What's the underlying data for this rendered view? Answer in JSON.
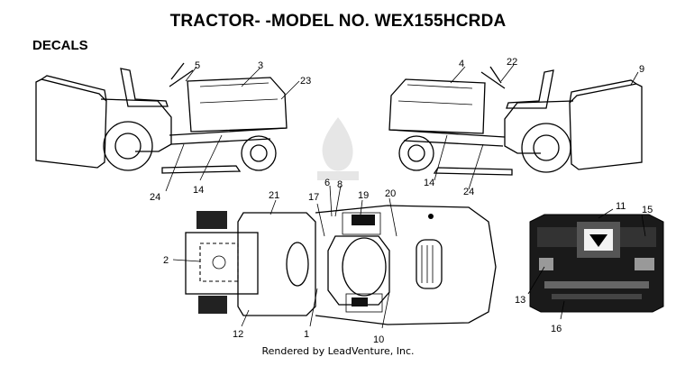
{
  "title": "TRACTOR- -MODEL NO. WEX155HCRDA",
  "section": "DECALS",
  "footer": "Rendered by LeadVenture, Inc.",
  "callouts": {
    "c1": "1",
    "c2": "2",
    "c3": "3",
    "c4": "4",
    "c5": "5",
    "c6": "6",
    "c8": "8",
    "c9": "9",
    "c10": "10",
    "c11": "11",
    "c12": "12",
    "c13": "13",
    "c14a": "14",
    "c14b": "14",
    "c15": "15",
    "c16": "16",
    "c17": "17",
    "c19": "19",
    "c20": "20",
    "c21": "21",
    "c22": "22",
    "c23": "23",
    "c24a": "24",
    "c24b": "24"
  }
}
